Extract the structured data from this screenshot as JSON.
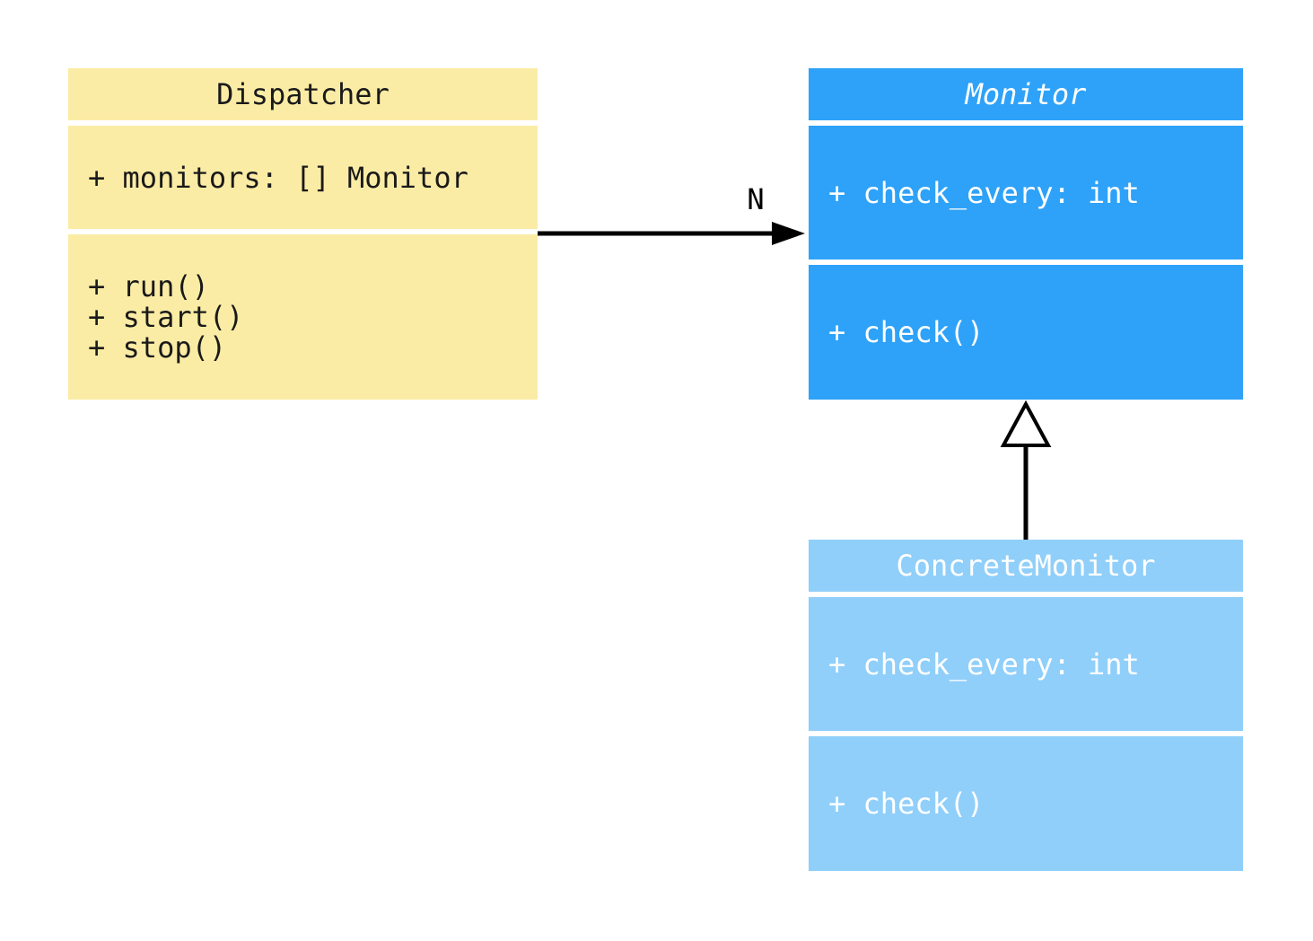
{
  "diagram": {
    "type": "uml-class-diagram",
    "background": "#FFFFFF",
    "colors": {
      "dispatcher_fill": "#FBECA5",
      "monitor_fill": "#2EA2F8",
      "concrete_monitor_fill": "#90CFFA",
      "dark_text": "#1A1A1A",
      "light_text": "#FFFFFF",
      "line": "#000000"
    },
    "classes": [
      {
        "name": "Dispatcher",
        "title_italic": false,
        "attributes": [
          "+ monitors: [] Monitor"
        ],
        "methods": [
          "+ run()",
          "+ start()",
          "+ stop()"
        ]
      },
      {
        "name": "Monitor",
        "title_italic": true,
        "attributes": [
          "+ check_every: int"
        ],
        "methods": [
          "+ check()"
        ]
      },
      {
        "name": "ConcreteMonitor",
        "title_italic": false,
        "attributes": [
          "+ check_every: int"
        ],
        "methods": [
          "+ check()"
        ]
      }
    ],
    "relationships": [
      {
        "type": "association",
        "from": "Dispatcher",
        "to": "Monitor",
        "label": "N"
      },
      {
        "type": "inheritance",
        "from": "ConcreteMonitor",
        "to": "Monitor"
      }
    ]
  }
}
